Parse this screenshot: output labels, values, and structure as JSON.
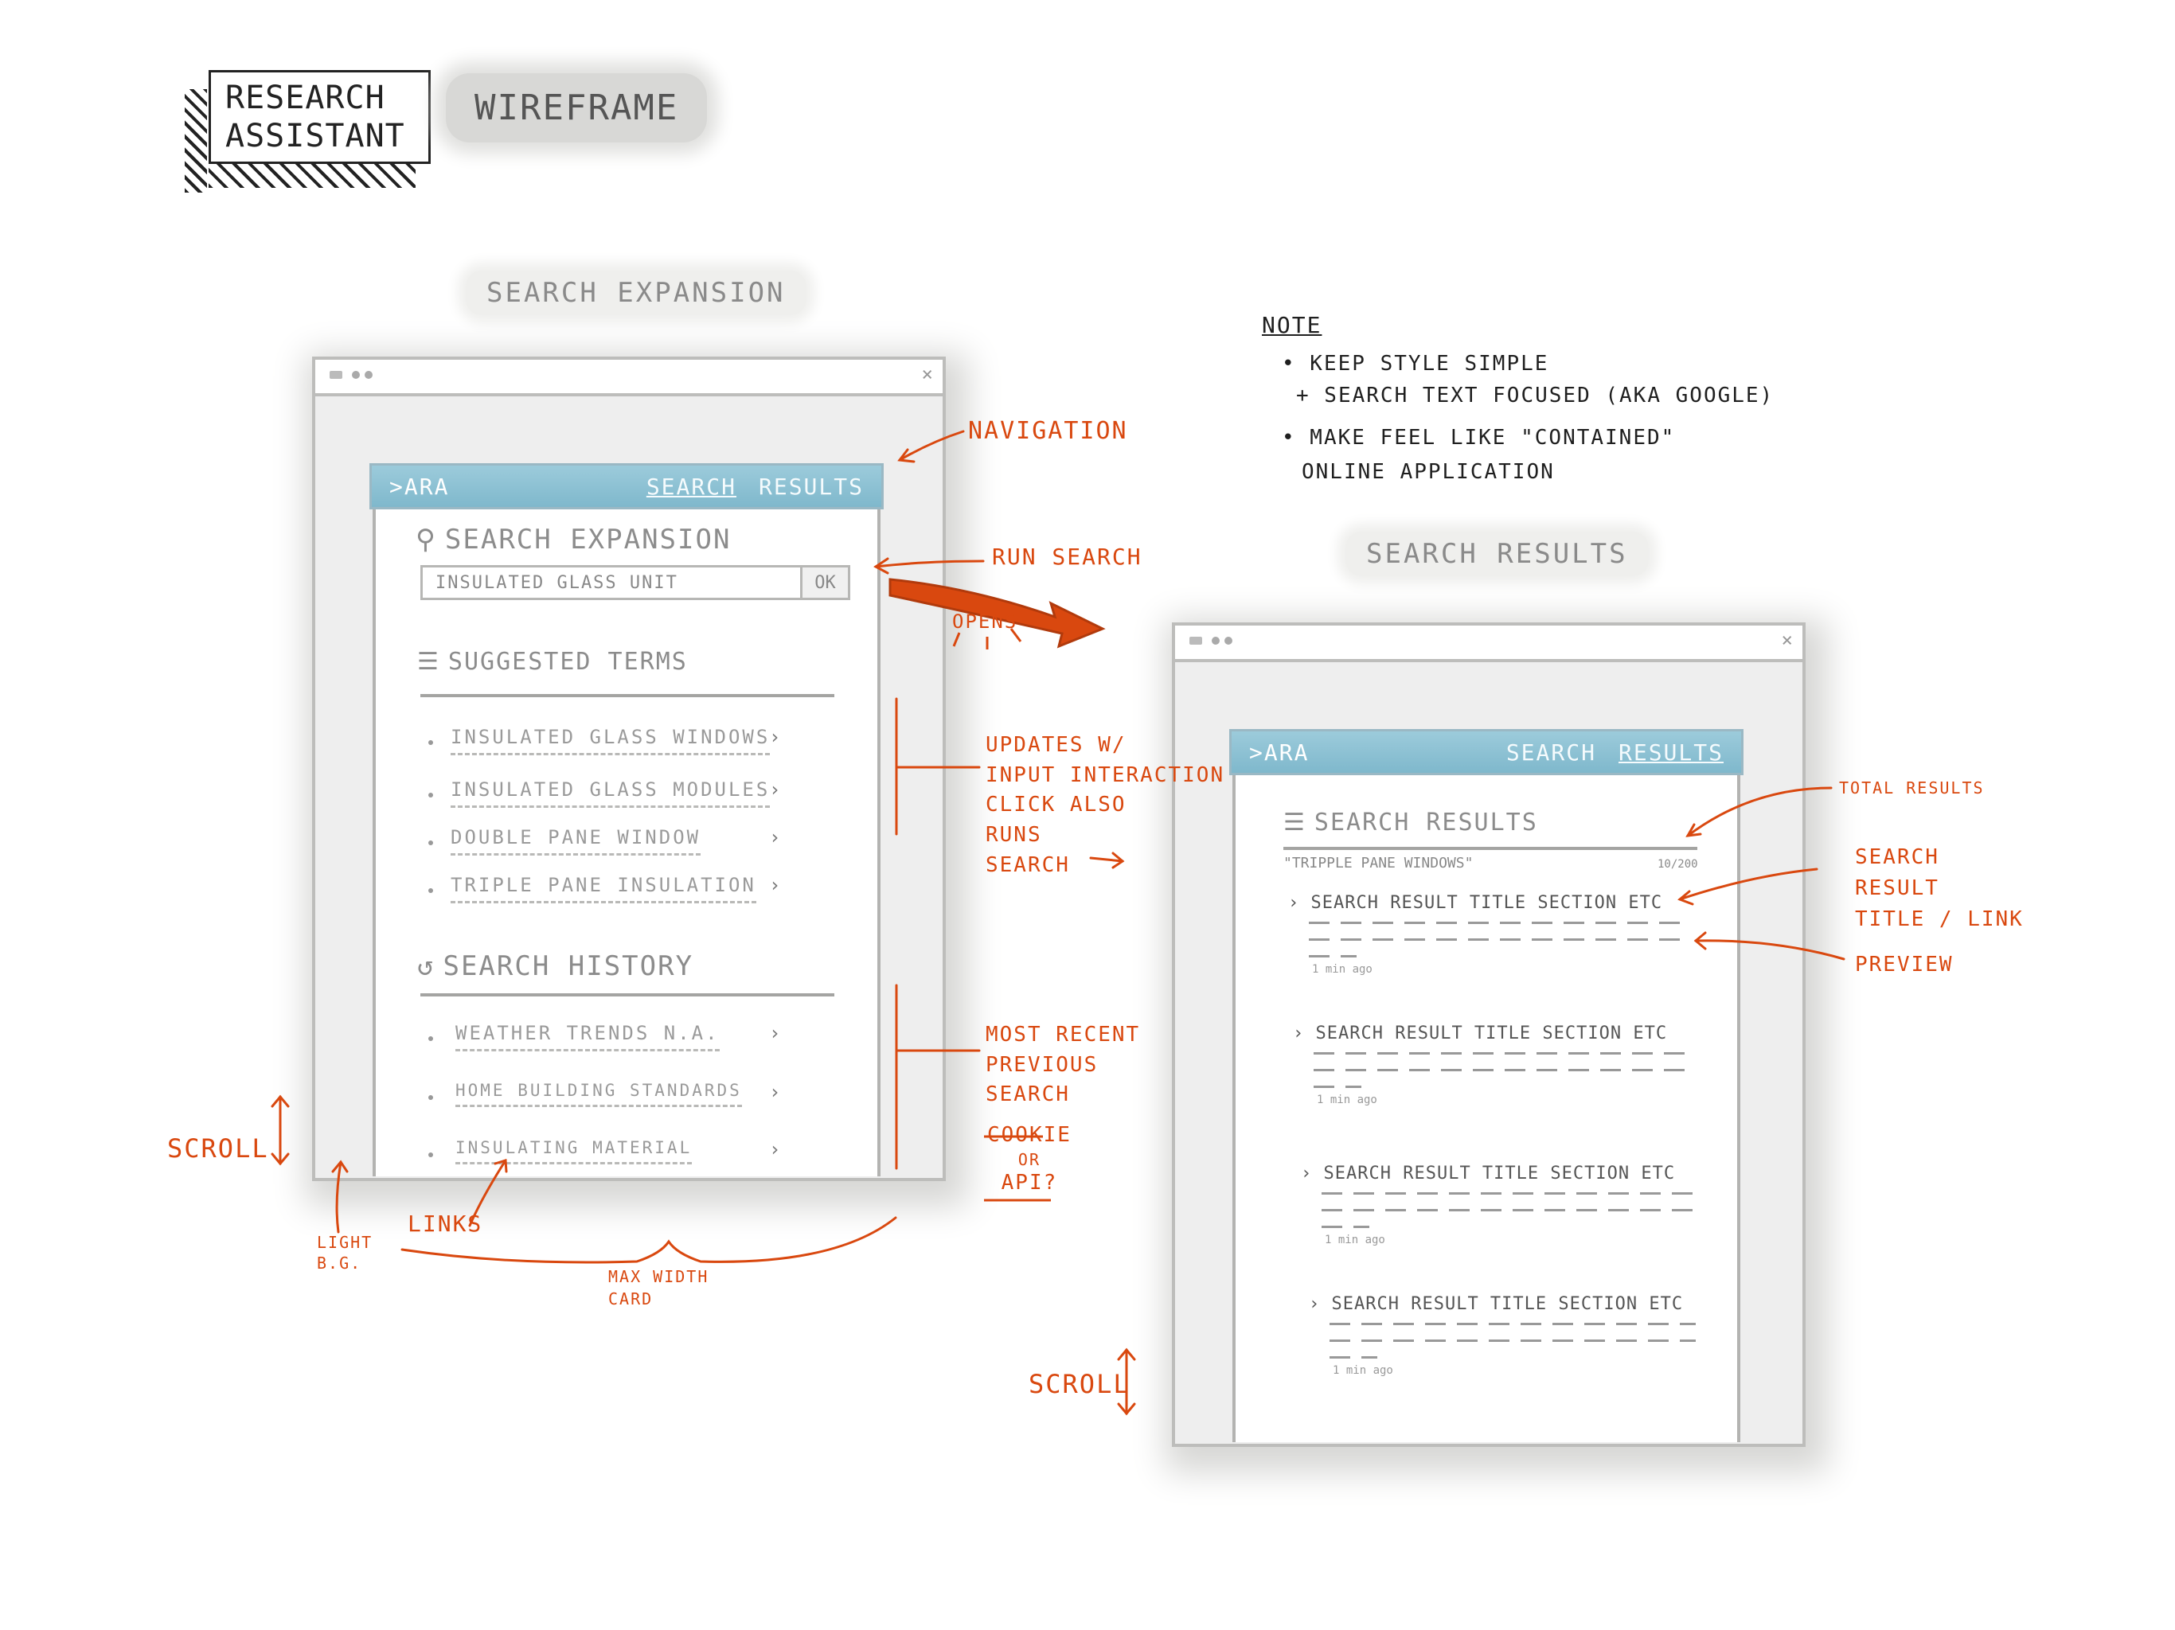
{
  "logo": {
    "line1": "RESEARCH",
    "line2": "ASSISTANT"
  },
  "wireframe_label": "WIREFRAME",
  "note": {
    "title": "NOTE",
    "lines": [
      "• KEEP STYLE SIMPLE",
      "+ SEARCH TEXT FOCUSED (AKA GOOGLE)",
      "• MAKE FEEL LIKE \"CONTAINED\"",
      "ONLINE APPLICATION"
    ]
  },
  "left": {
    "section_label": "SEARCH EXPANSION",
    "brand": ">ARA",
    "nav": [
      "SEARCH",
      "RESULTS"
    ],
    "search_heading": "SEARCH EXPANSION",
    "search_value": "INSULATED GLASS UNIT",
    "ok_label": "OK",
    "suggested_heading": "SUGGESTED TERMS",
    "suggested": [
      "INSULATED GLASS WINDOWS",
      "INSULATED GLASS MODULES",
      "DOUBLE PANE WINDOW",
      "TRIPLE PANE INSULATION"
    ],
    "history_heading": "SEARCH HISTORY",
    "history": [
      "WEATHER TRENDS N.A.",
      "HOME BUILDING STANDARDS",
      "INSULATING MATERIAL"
    ]
  },
  "right": {
    "section_label": "SEARCH RESULTS",
    "brand": ">ARA",
    "nav": [
      "SEARCH",
      "RESULTS"
    ],
    "results_heading": "SEARCH RESULTS",
    "query": "\"TRIPPLE PANE WINDOWS\"",
    "total": "10/200",
    "results": [
      {
        "title": "SEARCH RESULT TITLE SECTION ETC",
        "meta": "1 min ago"
      },
      {
        "title": "SEARCH RESULT TITLE SECTION ETC",
        "meta": "1 min ago"
      },
      {
        "title": "SEARCH RESULT TITLE SECTION ETC",
        "meta": "1 min ago"
      },
      {
        "title": "SEARCH RESULT TITLE SECTION ETC",
        "meta": "1 min ago"
      }
    ]
  },
  "annotations": {
    "navigation": "NAVIGATION",
    "run_search": "RUN SEARCH",
    "opens": "OPENS",
    "updates": [
      "UPDATES W/",
      "INPUT INTERACTION",
      "CLICK ALSO",
      "RUNS",
      "SEARCH"
    ],
    "most_recent": [
      "MOST RECENT",
      "PREVIOUS",
      "SEARCH"
    ],
    "cookie": [
      "COOKIE",
      "OR",
      "API?"
    ],
    "scroll_left": "SCROLL",
    "light_bg": [
      "LIGHT",
      "B.G."
    ],
    "links": "LINKS",
    "max_width": [
      "MAX WIDTH",
      "CARD"
    ],
    "total_results": "TOTAL RESULTS",
    "search_result": [
      "SEARCH",
      "RESULT",
      "TITLE / LINK"
    ],
    "preview": "PREVIEW",
    "scroll_right": "SCROLL"
  },
  "colors": {
    "accent": "#d9480f",
    "nav": "#8cc3d6",
    "window": "#eeeeee"
  }
}
